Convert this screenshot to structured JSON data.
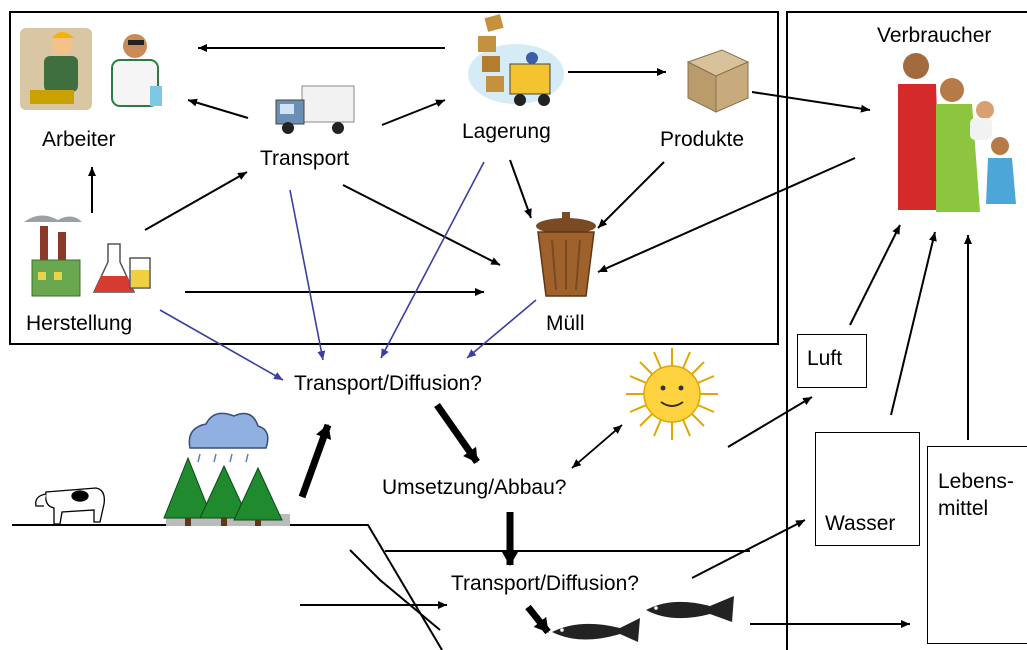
{
  "labels": {
    "arbeiter": "Arbeiter",
    "transport": "Transport",
    "lagerung": "Lagerung",
    "produkte": "Produkte",
    "verbraucher": "Verbraucher",
    "herstellung": "Herstellung",
    "muell": "Müll",
    "transport_diffusion_1": "Transport/Diffusion?",
    "umsetzung_abbau": "Umsetzung/Abbau?",
    "transport_diffusion_2": "Transport/Diffusion?",
    "luft": "Luft",
    "wasser": "Wasser",
    "lebensmittel_line1": "Lebens-",
    "lebensmittel_line2": "mittel"
  },
  "colors": {
    "black_arrow": "#000000",
    "blue_arrow": "#3b3fa0",
    "tree_green": "#1f8a2e",
    "cloud_blue": "#8fb0e0",
    "sun_yellow": "#ffd23f",
    "bin_brown": "#a0622d",
    "factory_green": "#6aa84f"
  }
}
